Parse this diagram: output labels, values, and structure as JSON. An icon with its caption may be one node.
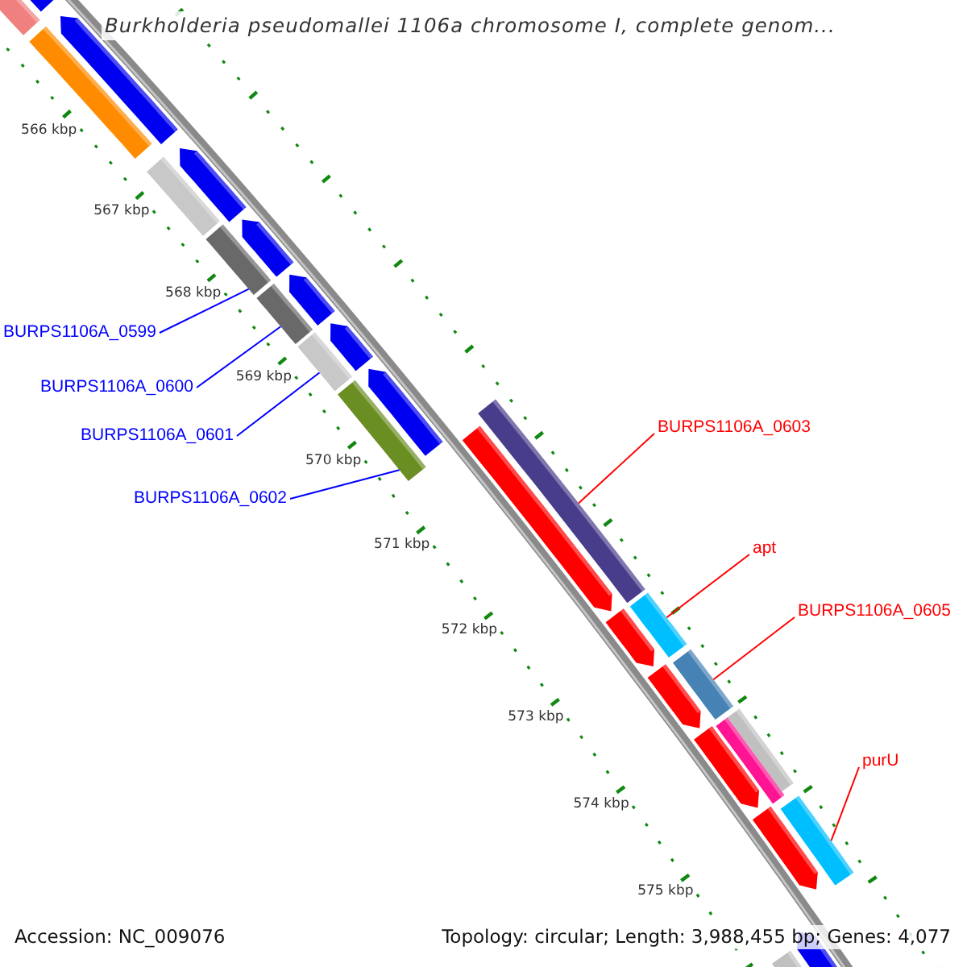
{
  "diagram": {
    "title": "Burkholderia pseudomallei 1106a chromosome I, complete genom...",
    "nodes": [
      {
        "text": [
          "BURPS1106A_0599"
        ]
      },
      {
        "text": [
          "BURPS1106A_0600"
        ]
      },
      {
        "text": [
          "BURPS1106A_0601"
        ]
      },
      {
        "text": [
          "BURPS1106A_0602"
        ]
      },
      {
        "text": [
          "BURPS1106A_0603"
        ]
      },
      {
        "text": [
          "apt"
        ]
      },
      {
        "text": [
          "BURPS1106A_0605"
        ]
      },
      {
        "text": [
          "purU"
        ]
      },
      {
        "text": [],
        "shape": "bar"
      },
      {
        "text": [],
        "shape": "bar"
      },
      {
        "text": [],
        "shape": "bar"
      },
      {
        "text": [],
        "shape": "bar"
      },
      {
        "text": [],
        "shape": "bar"
      },
      {
        "text": [],
        "shape": "bar"
      },
      {
        "text": [],
        "shape": "bar"
      },
      {
        "text": [],
        "shape": "bar"
      }
    ],
    "edges": [
      {
        "from": 0,
        "to": 8,
        "arrow": "none",
        "color": "#0000ff"
      },
      {
        "from": 1,
        "to": 9,
        "arrow": "none",
        "color": "#0000ff"
      },
      {
        "from": 2,
        "to": 10,
        "arrow": "none",
        "color": "#0000ff"
      },
      {
        "from": 3,
        "to": 11,
        "arrow": "none",
        "color": "#0000ff"
      },
      {
        "from": 4,
        "to": 12,
        "arrow": "none",
        "color": "#ff0000"
      },
      {
        "from": 5,
        "to": 13,
        "arrow": "none",
        "color": "#ff0000"
      },
      {
        "from": 6,
        "to": 14,
        "arrow": "none",
        "color": "#ff0000"
      },
      {
        "from": 7,
        "to": 15,
        "arrow": "none",
        "color": "#ff0000"
      }
    ],
    "labels": [
      "566 kbp",
      "567 kbp",
      "568 kbp",
      "569 kbp",
      "570 kbp",
      "571 kbp",
      "572 kbp",
      "573 kbp",
      "574 kbp",
      "575 kbp",
      "Accession: NC_009076",
      "Topology: circular; Length: 3,988,455 bp; Genes: 4,077"
    ]
  }
}
